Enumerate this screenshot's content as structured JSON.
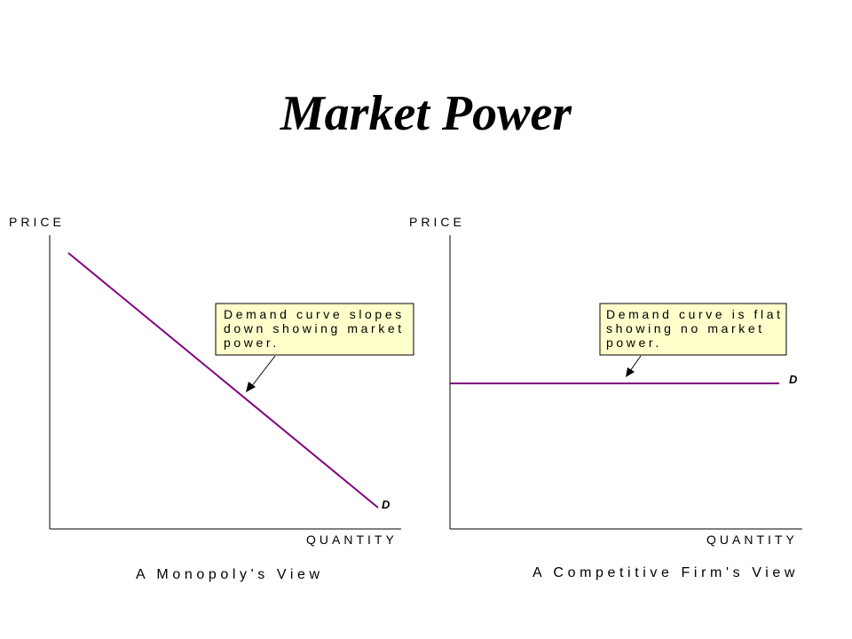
{
  "title": "Market Power",
  "colors": {
    "demand_curve": "#800080",
    "callout_fill": "#ffffcc",
    "axis": "#000000"
  },
  "panels": [
    {
      "id": "monopoly",
      "y_axis_label": "PRICE",
      "x_axis_label": "QUANTITY",
      "caption": "A Monopoly's View",
      "curve_label": "D",
      "curve_shape": "downward-sloping",
      "callout_lines": [
        "Demand curve slopes",
        "down showing market",
        "power."
      ]
    },
    {
      "id": "competitive",
      "y_axis_label": "PRICE",
      "x_axis_label": "QUANTITY",
      "caption": "A Competitive Firm's View",
      "curve_label": "D",
      "curve_shape": "horizontal",
      "callout_lines": [
        "Demand curve is flat",
        "showing no market",
        "power."
      ]
    }
  ]
}
